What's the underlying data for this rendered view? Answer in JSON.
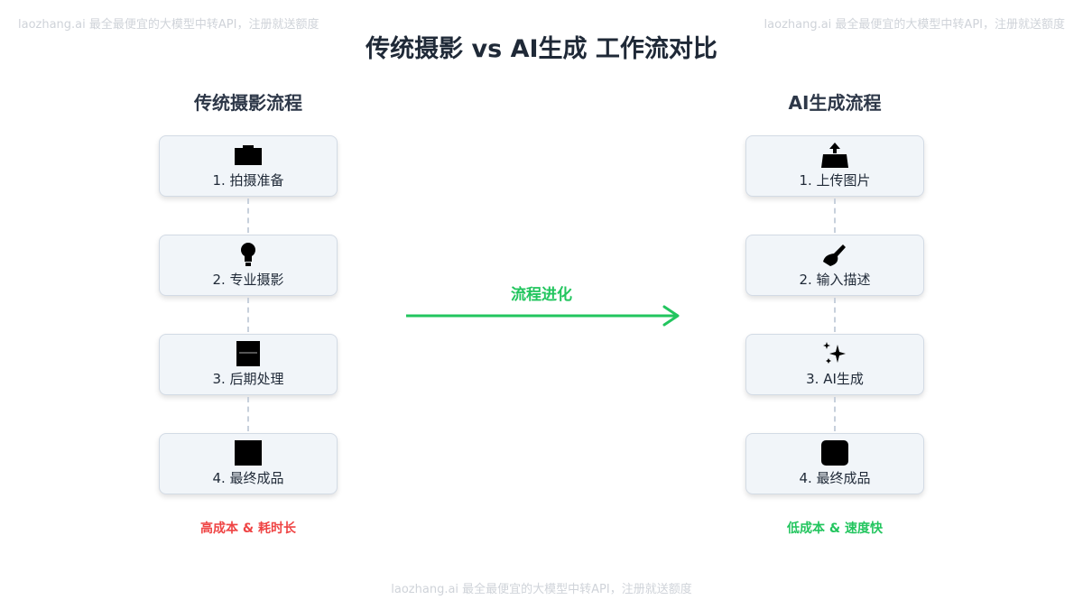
{
  "watermark": "laozhang.ai 最全最便宜的大模型中转API，注册就送额度",
  "title": "传统摄影 vs AI生成 工作流对比",
  "traditional": {
    "title": "传统摄影流程",
    "steps": [
      {
        "label": "1. 拍摄准备",
        "icon": "camera-icon"
      },
      {
        "label": "2. 专业摄影",
        "icon": "lightbulb-icon"
      },
      {
        "label": "3. 后期处理",
        "icon": "editing-icon"
      },
      {
        "label": "4. 最终成品",
        "icon": "image-icon"
      }
    ],
    "note": "高成本 & 耗时长",
    "note_color": "#ef4444"
  },
  "ai": {
    "title": "AI生成流程",
    "steps": [
      {
        "label": "1. 上传图片",
        "icon": "upload-icon"
      },
      {
        "label": "2. 输入描述",
        "icon": "writing-hand-icon"
      },
      {
        "label": "3. AI生成",
        "icon": "sparkles-icon"
      },
      {
        "label": "4. 最终成品",
        "icon": "image-icon"
      }
    ],
    "note": "低成本 & 速度快",
    "note_color": "#22c55e"
  },
  "arrow": {
    "label": "流程进化",
    "color": "#22c55e"
  }
}
